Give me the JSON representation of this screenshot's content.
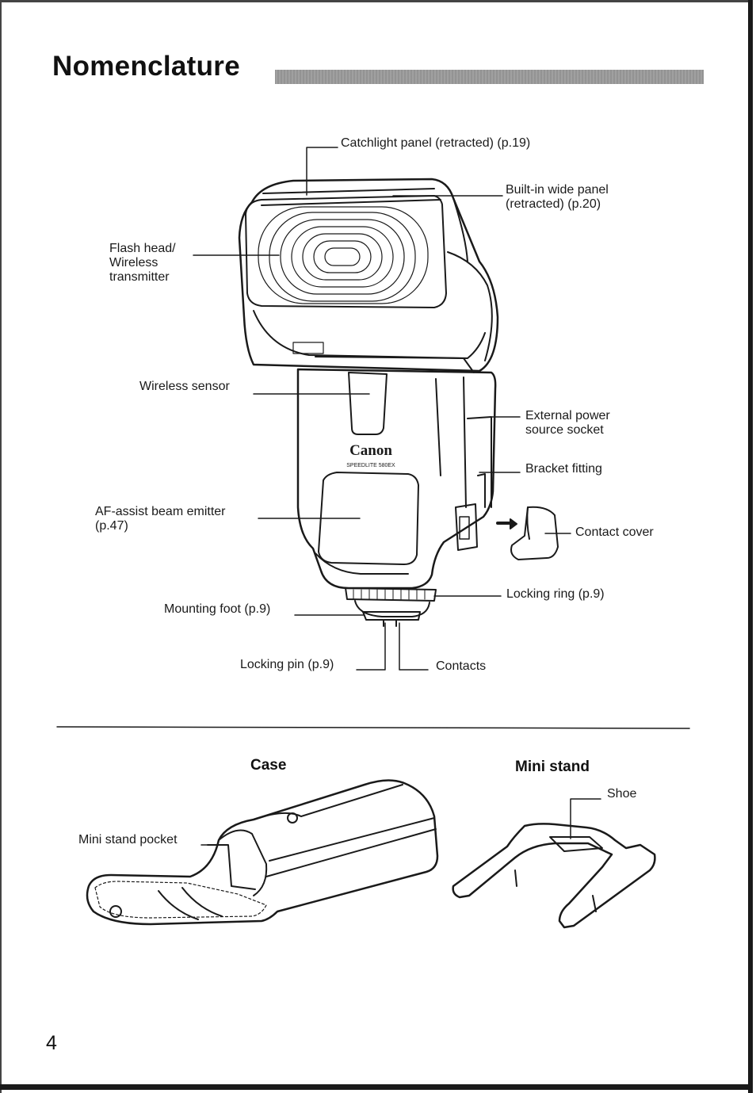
{
  "page": {
    "title": "Nomenclature",
    "page_number": "4"
  },
  "flash": {
    "brand": "Canon",
    "model": "SPEEDLITE 580EX",
    "labels": {
      "catchlight": "Catchlight panel (retracted) (p.19)",
      "wide_panel": "Built-in wide panel\n(retracted) (p.20)",
      "flash_head": "Flash head/\nWireless\ntransmitter",
      "wireless_sensor": "Wireless sensor",
      "external_power": "External power\nsource socket",
      "bracket_fitting": "Bracket fitting",
      "af_assist": "AF-assist beam emitter\n(p.47)",
      "contact_cover": "Contact cover",
      "locking_ring": "Locking ring (p.9)",
      "mounting_foot": "Mounting foot (p.9)",
      "locking_pin": "Locking pin (p.9)",
      "contacts": "Contacts"
    }
  },
  "accessories": {
    "case_title": "Case",
    "case_label": "Mini stand pocket",
    "stand_title": "Mini stand",
    "stand_label": "Shoe"
  },
  "colors": {
    "ink": "#1a1a1a",
    "title_bar": "#999999"
  }
}
